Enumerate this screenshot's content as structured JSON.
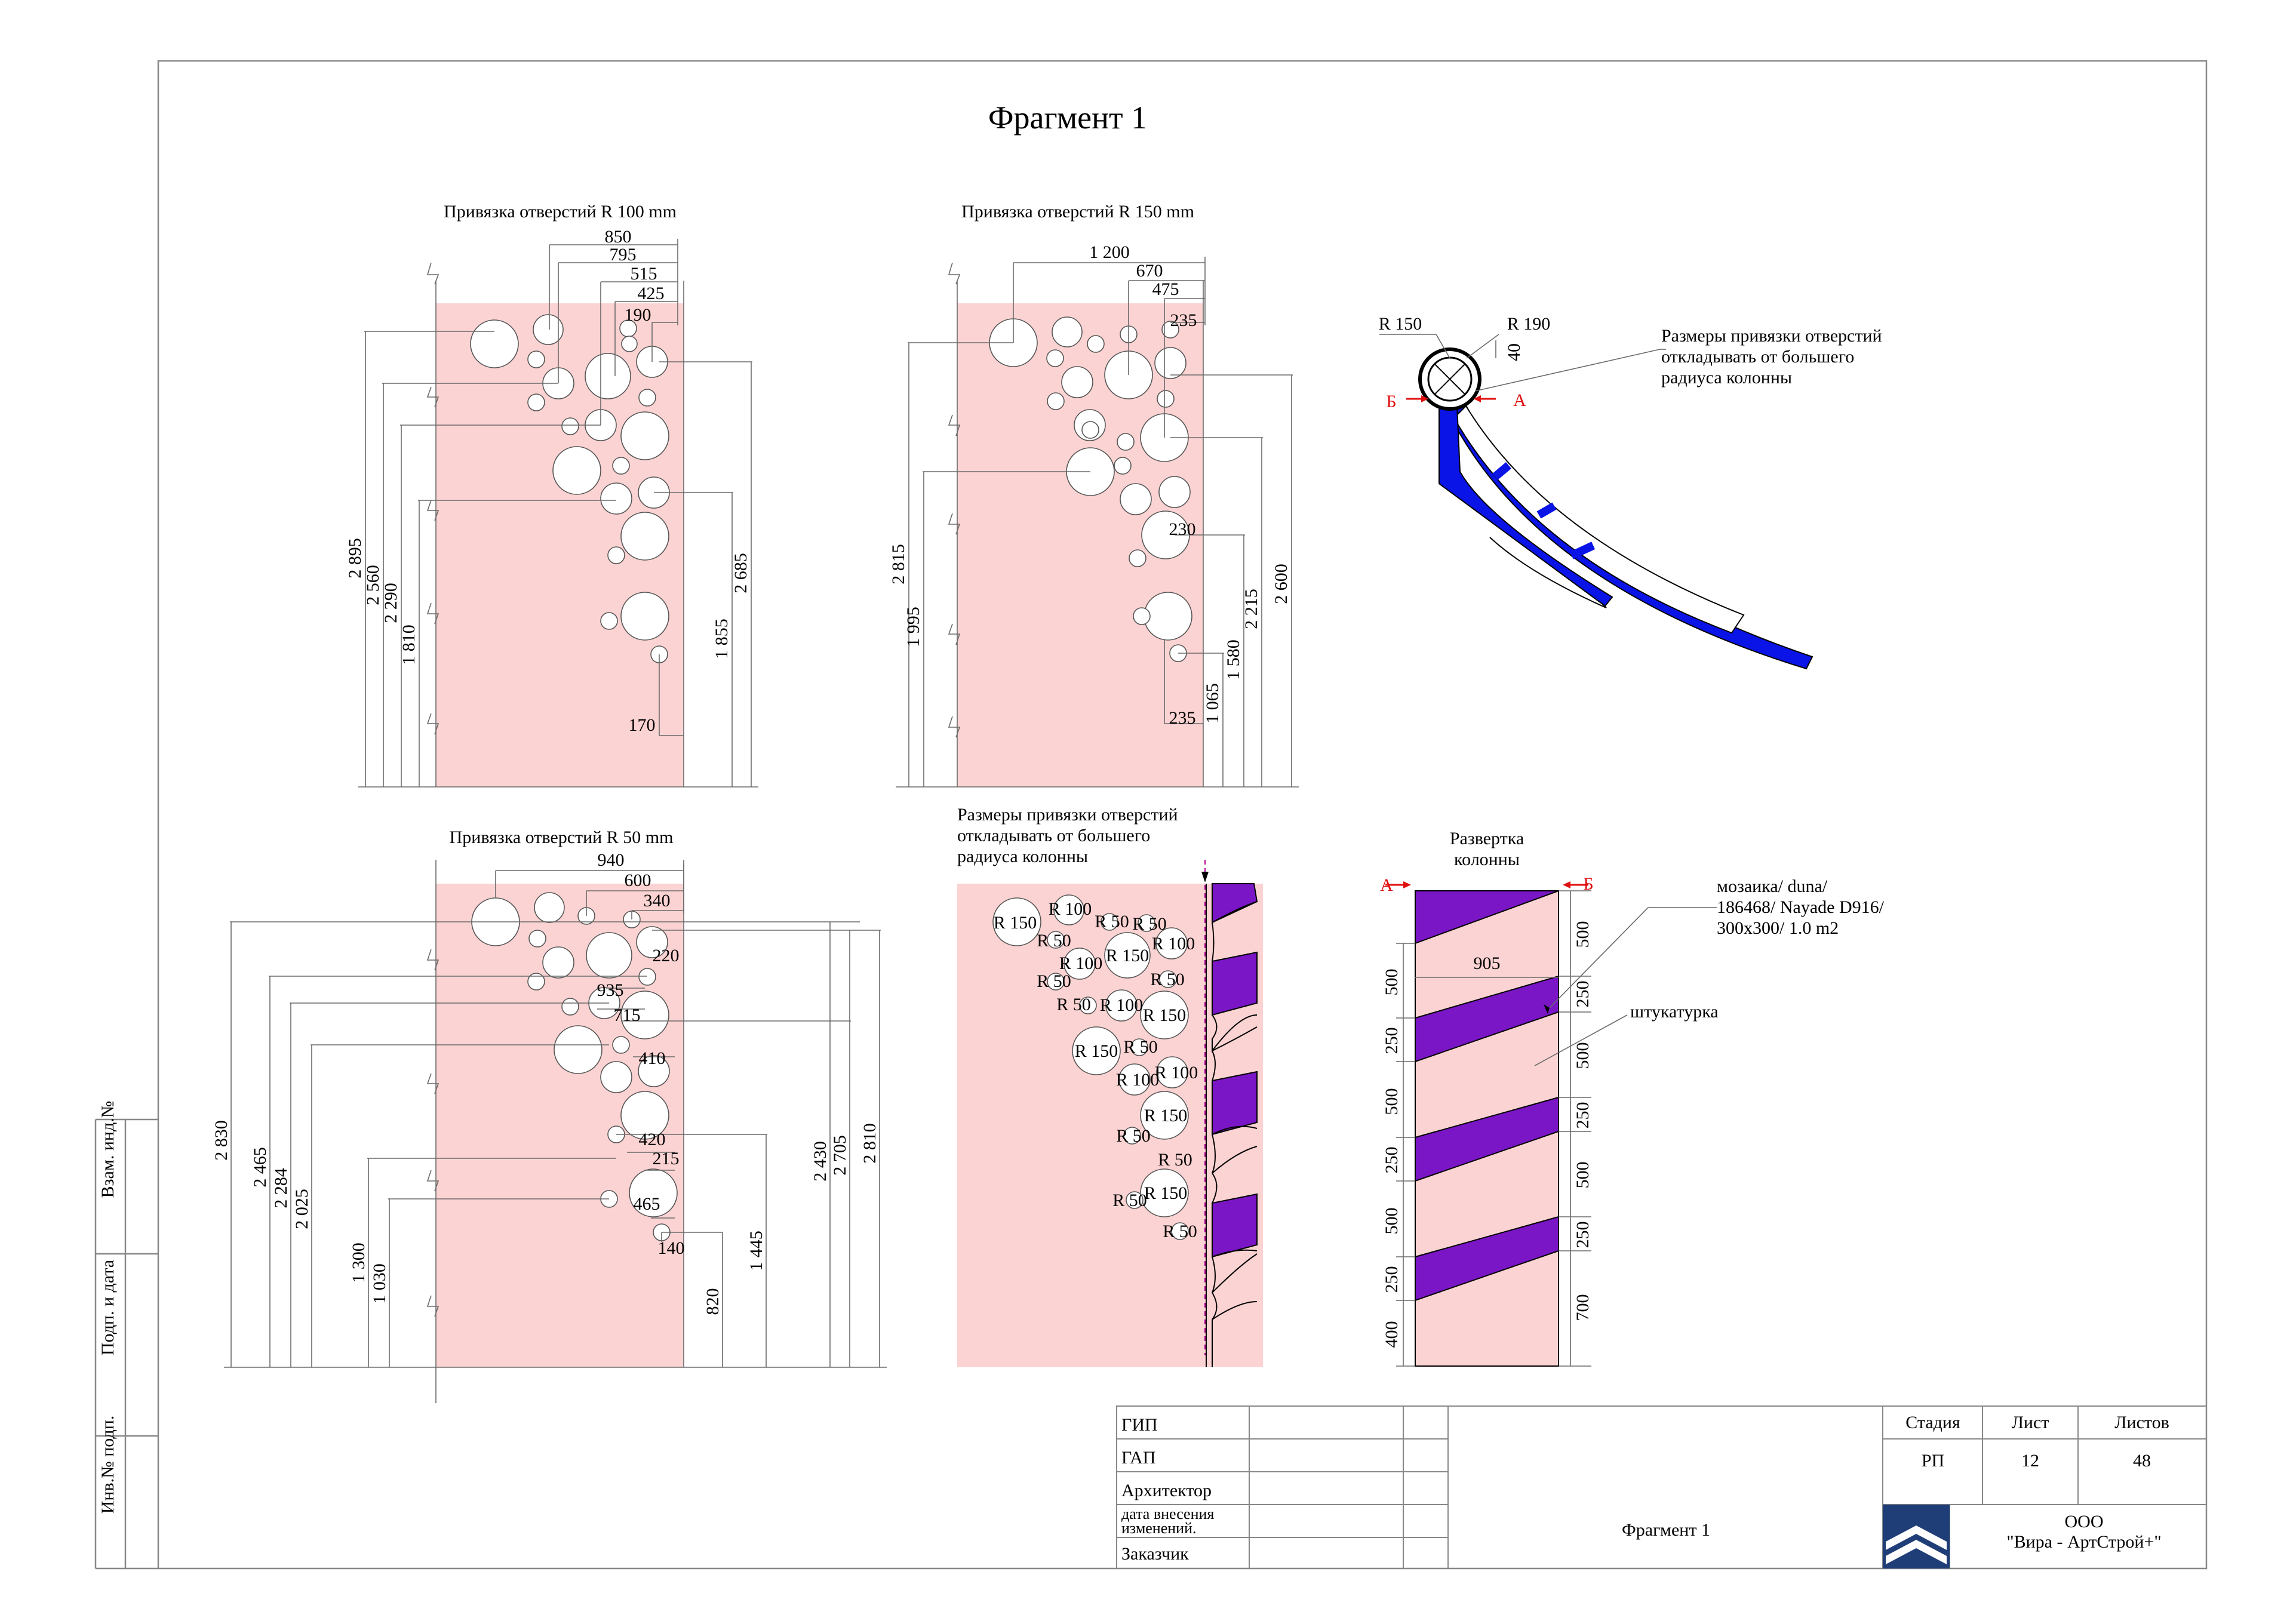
{
  "sheet_title": "Фрагмент 1",
  "panels": {
    "r100": {
      "caption": "Привязка отверстий R 100 mm"
    },
    "r150": {
      "caption": "Привязка отверстий R 150 mm"
    },
    "r50": {
      "caption": "Привязка отверстий R 50 mm"
    },
    "labels": {
      "caption": [
        "Размеры привязки отверстий",
        "откладывать от большего",
        "радиуса колонны"
      ]
    },
    "unfold": {
      "caption": [
        "Развертка",
        "колонны"
      ]
    }
  },
  "dimensions": {
    "r100_top": [
      "850",
      "795",
      "515",
      "425",
      "190"
    ],
    "r100_left": [
      "2 895",
      "2 560",
      "2 290",
      "1 810"
    ],
    "r100_right": [
      "1 855",
      "2 685"
    ],
    "r100_bottom": "170",
    "r150_top": [
      "1 200",
      "670",
      "475",
      "235"
    ],
    "r150_left": [
      "2 815",
      "1 995"
    ],
    "r150_right": [
      "1 065",
      "1 580",
      "2 215",
      "2 600"
    ],
    "r150_inner": [
      "230",
      "235"
    ],
    "r50_top": [
      "940",
      "600",
      "340"
    ],
    "r50_inner": [
      "220",
      "935",
      "715",
      "410",
      "420",
      "215",
      "465",
      "140"
    ],
    "r50_left": [
      "2 830",
      "2 465",
      "2 284",
      "2 025",
      "1 300",
      "1 030"
    ],
    "r50_right": [
      "820",
      "1 445",
      "2 430",
      "2 705",
      "2 810"
    ],
    "unfold_left": [
      "500",
      "250",
      "500",
      "250",
      "500",
      "250",
      "400"
    ],
    "unfold_right": [
      "500",
      "250",
      "500",
      "250",
      "500",
      "250",
      "700"
    ],
    "unfold_width": "905"
  },
  "hole_labels": [
    "R 150",
    "R 100",
    "R 50",
    "R 50",
    "R 50",
    "R 150",
    "R 100",
    "R 100",
    "R 50",
    "R 50",
    "R 50",
    "R 100",
    "R 150",
    "R 150",
    "R 50",
    "R 100",
    "R 100",
    "R 150",
    "R 50",
    "R 50",
    "R 50",
    "R 150",
    "R 50"
  ],
  "plan": {
    "r150": "R 150",
    "r190": "R 190",
    "d40": "40",
    "sec_b": "Б",
    "sec_a": "А",
    "note": [
      "Размеры привязки отверстий",
      "откладывать от большего",
      "радиуса колонны"
    ]
  },
  "unfold_marks": {
    "a": "А",
    "b": "Б"
  },
  "materials": {
    "mosaic": [
      "мозаика/ duna/",
      "186468/ Nayade D916/",
      "300x300/ 1.0 m2"
    ],
    "plaster": "штукатурка"
  },
  "side_stamp": [
    "Взам. инд.№",
    "Подп. и дата",
    "Инв.№ подп."
  ],
  "title_block": {
    "roles": [
      "ГИП",
      "ГАП",
      "Архитектор",
      "дата  внесения",
      "изменений.",
      "Заказчик"
    ],
    "stage_h": "Стадия",
    "sheet_h": "Лист",
    "sheets_h": "Листов",
    "stage": "РП",
    "sheet": "12",
    "sheets": "48",
    "name": "Фрагмент 1",
    "company": [
      "ООО",
      "\"Вира - АртСтрой+\""
    ]
  },
  "colors": {
    "pink": "#fcd3d3",
    "blue": "#0a14e6",
    "purple": "#7a16c6",
    "red": "#e01010"
  }
}
